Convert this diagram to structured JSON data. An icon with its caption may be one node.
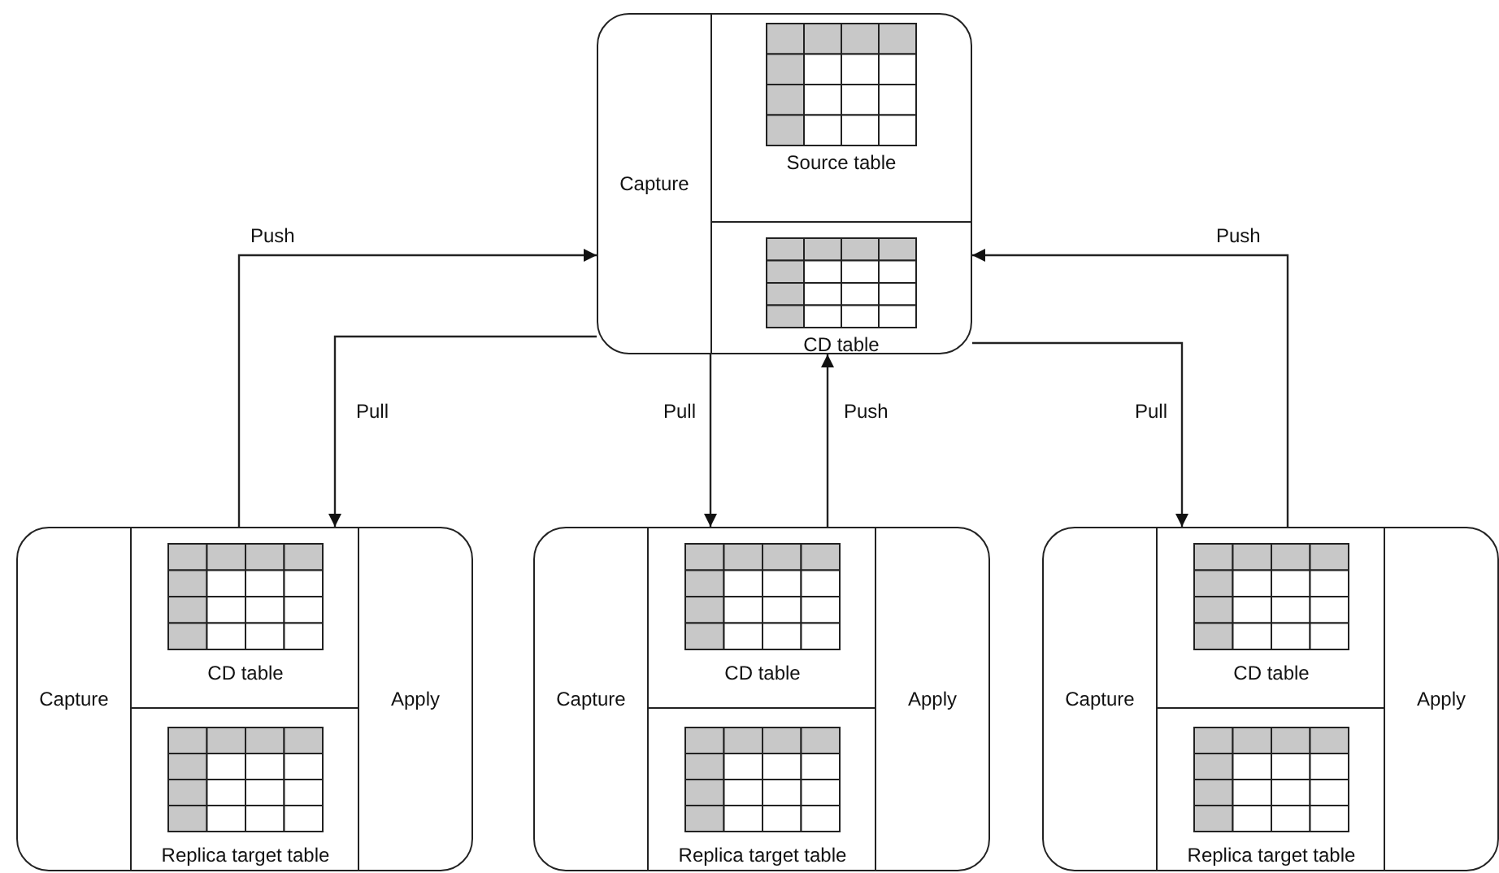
{
  "diagram": {
    "nodes": [
      {
        "text": [],
        "shape": "box"
      },
      {
        "text": [
          "Capture"
        ],
        "in": 0
      },
      {
        "text": [
          "Source table"
        ],
        "in": 0
      },
      {
        "text": [
          "CD table"
        ],
        "in": 0
      },
      {
        "text": [],
        "shape": "box"
      },
      {
        "text": [
          "Capture"
        ],
        "in": 4
      },
      {
        "text": [
          "CD table"
        ],
        "in": 4
      },
      {
        "text": [
          "Replica target table"
        ],
        "in": 4
      },
      {
        "text": [
          "Apply"
        ],
        "in": 4
      },
      {
        "text": [],
        "shape": "box"
      },
      {
        "text": [
          "Capture"
        ],
        "in": 9
      },
      {
        "text": [
          "CD table"
        ],
        "in": 9
      },
      {
        "text": [
          "Replica target table"
        ],
        "in": 9
      },
      {
        "text": [
          "Apply"
        ],
        "in": 9
      },
      {
        "text": [],
        "shape": "box"
      },
      {
        "text": [
          "Capture"
        ],
        "in": 14
      },
      {
        "text": [
          "CD table"
        ],
        "in": 14
      },
      {
        "text": [
          "Replica target table"
        ],
        "in": 14
      },
      {
        "text": [
          "Apply"
        ],
        "in": 14
      }
    ],
    "edges": [
      {
        "from": 4,
        "to": 0,
        "arrow": "to",
        "label": "Push"
      },
      {
        "from": 0,
        "to": 4,
        "arrow": "to",
        "label": "Pull"
      },
      {
        "from": 0,
        "to": 9,
        "arrow": "to",
        "label": "Pull"
      },
      {
        "from": 9,
        "to": 0,
        "arrow": "to",
        "label": "Push"
      },
      {
        "from": 0,
        "to": 14,
        "arrow": "to",
        "label": "Pull"
      },
      {
        "from": 14,
        "to": 0,
        "arrow": "to",
        "label": "Push"
      }
    ]
  }
}
